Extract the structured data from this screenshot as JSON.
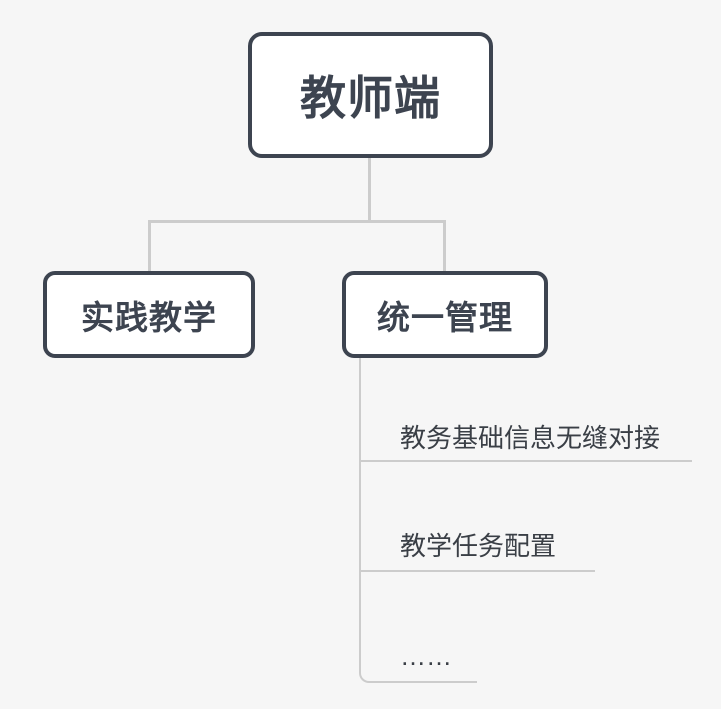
{
  "diagram": {
    "root": {
      "label": "教师端"
    },
    "branches": [
      {
        "label": "实践教学"
      },
      {
        "label": "统一管理"
      }
    ],
    "subtopics": [
      {
        "label": "教务基础信息无缝对接"
      },
      {
        "label": "教学任务配置"
      },
      {
        "label": "……"
      }
    ],
    "colors": {
      "background": "#f6f6f6",
      "node_border": "#3d4450",
      "node_fill": "#ffffff",
      "node_text": "#3d4450",
      "connector": "#cccccc",
      "subtopic_text": "#3a3f46"
    }
  }
}
